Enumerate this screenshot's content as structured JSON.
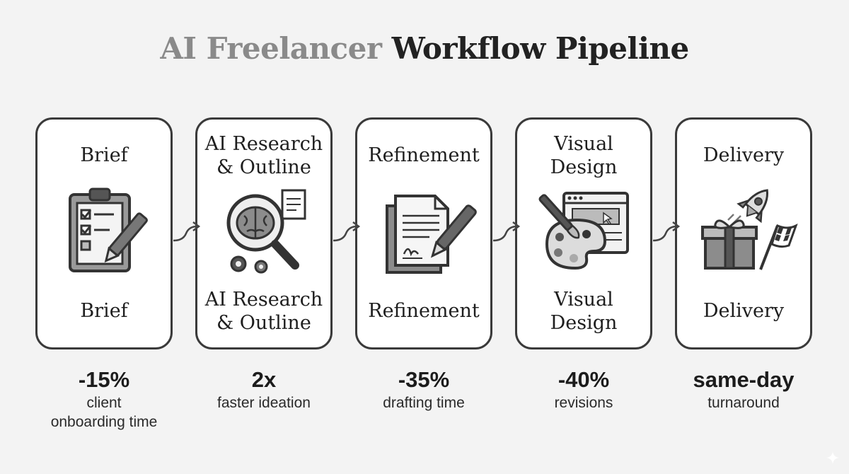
{
  "title": {
    "part1": "AI Freelancer",
    "part2": "Workflow Pipeline"
  },
  "stages": [
    {
      "label_line1": "Brief",
      "label_line2": "",
      "icon": "clipboard-checklist-icon",
      "metric": {
        "value": "-15%",
        "caption": "client onboarding time"
      }
    },
    {
      "label_line1": "AI Research",
      "label_line2": "& Outline",
      "icon": "brain-magnifier-icon",
      "metric": {
        "value": "2x",
        "caption": "faster ideation"
      }
    },
    {
      "label_line1": "Refinement",
      "label_line2": "",
      "icon": "document-pen-icon",
      "metric": {
        "value": "-35%",
        "caption": "drafting time"
      }
    },
    {
      "label_line1": "Visual",
      "label_line2": "Design",
      "icon": "palette-browser-icon",
      "metric": {
        "value": "-40%",
        "caption": "revisions"
      }
    },
    {
      "label_line1": "Delivery",
      "label_line2": "",
      "icon": "rocket-gift-flag-icon",
      "metric": {
        "value": "same-day",
        "caption": "turnaround"
      }
    }
  ],
  "colors": {
    "card_border": "#3a3a3a",
    "icon_dark": "#333333",
    "icon_mid": "#8c8c8c",
    "icon_light": "#cfcfcf"
  }
}
